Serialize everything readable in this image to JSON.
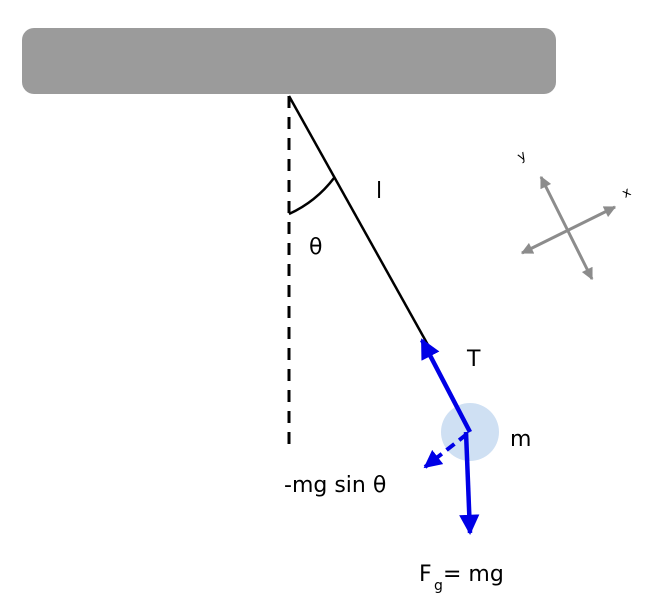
{
  "labels": {
    "length": "l",
    "angle": "θ",
    "tension": "T",
    "mass": "m",
    "restoring_force": "-mg sin θ",
    "gravity_main": "F",
    "gravity_sub": "g",
    "gravity_rest": " = mg",
    "axis_x": "x",
    "axis_y": "y"
  },
  "colors": {
    "ceiling": "#9b9b9b",
    "string": "#000000",
    "force_arrow": "#0000e6",
    "bob": "#cfe0f3",
    "axis_arrow": "#8c8c8c",
    "dashed_line": "#000000"
  }
}
